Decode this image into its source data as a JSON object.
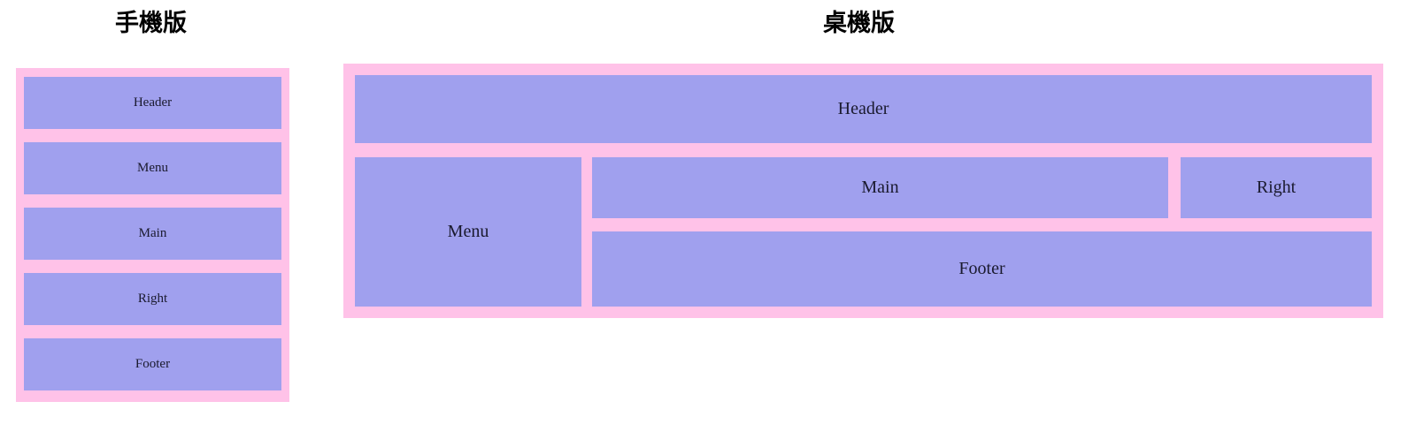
{
  "page": {
    "background_color": "#ffffff",
    "frame_color": "#ffc2e8",
    "block_color": "#a0a0ee",
    "label_color": "#1a1a2e"
  },
  "mobile": {
    "title": "手機版",
    "blocks": [
      {
        "label": "Header"
      },
      {
        "label": "Menu"
      },
      {
        "label": "Main"
      },
      {
        "label": "Right"
      },
      {
        "label": "Footer"
      }
    ]
  },
  "desktop": {
    "title": "桌機版",
    "blocks": [
      {
        "label": "Header"
      },
      {
        "label": "Menu"
      },
      {
        "label": "Main"
      },
      {
        "label": "Right"
      },
      {
        "label": "Footer"
      }
    ]
  }
}
